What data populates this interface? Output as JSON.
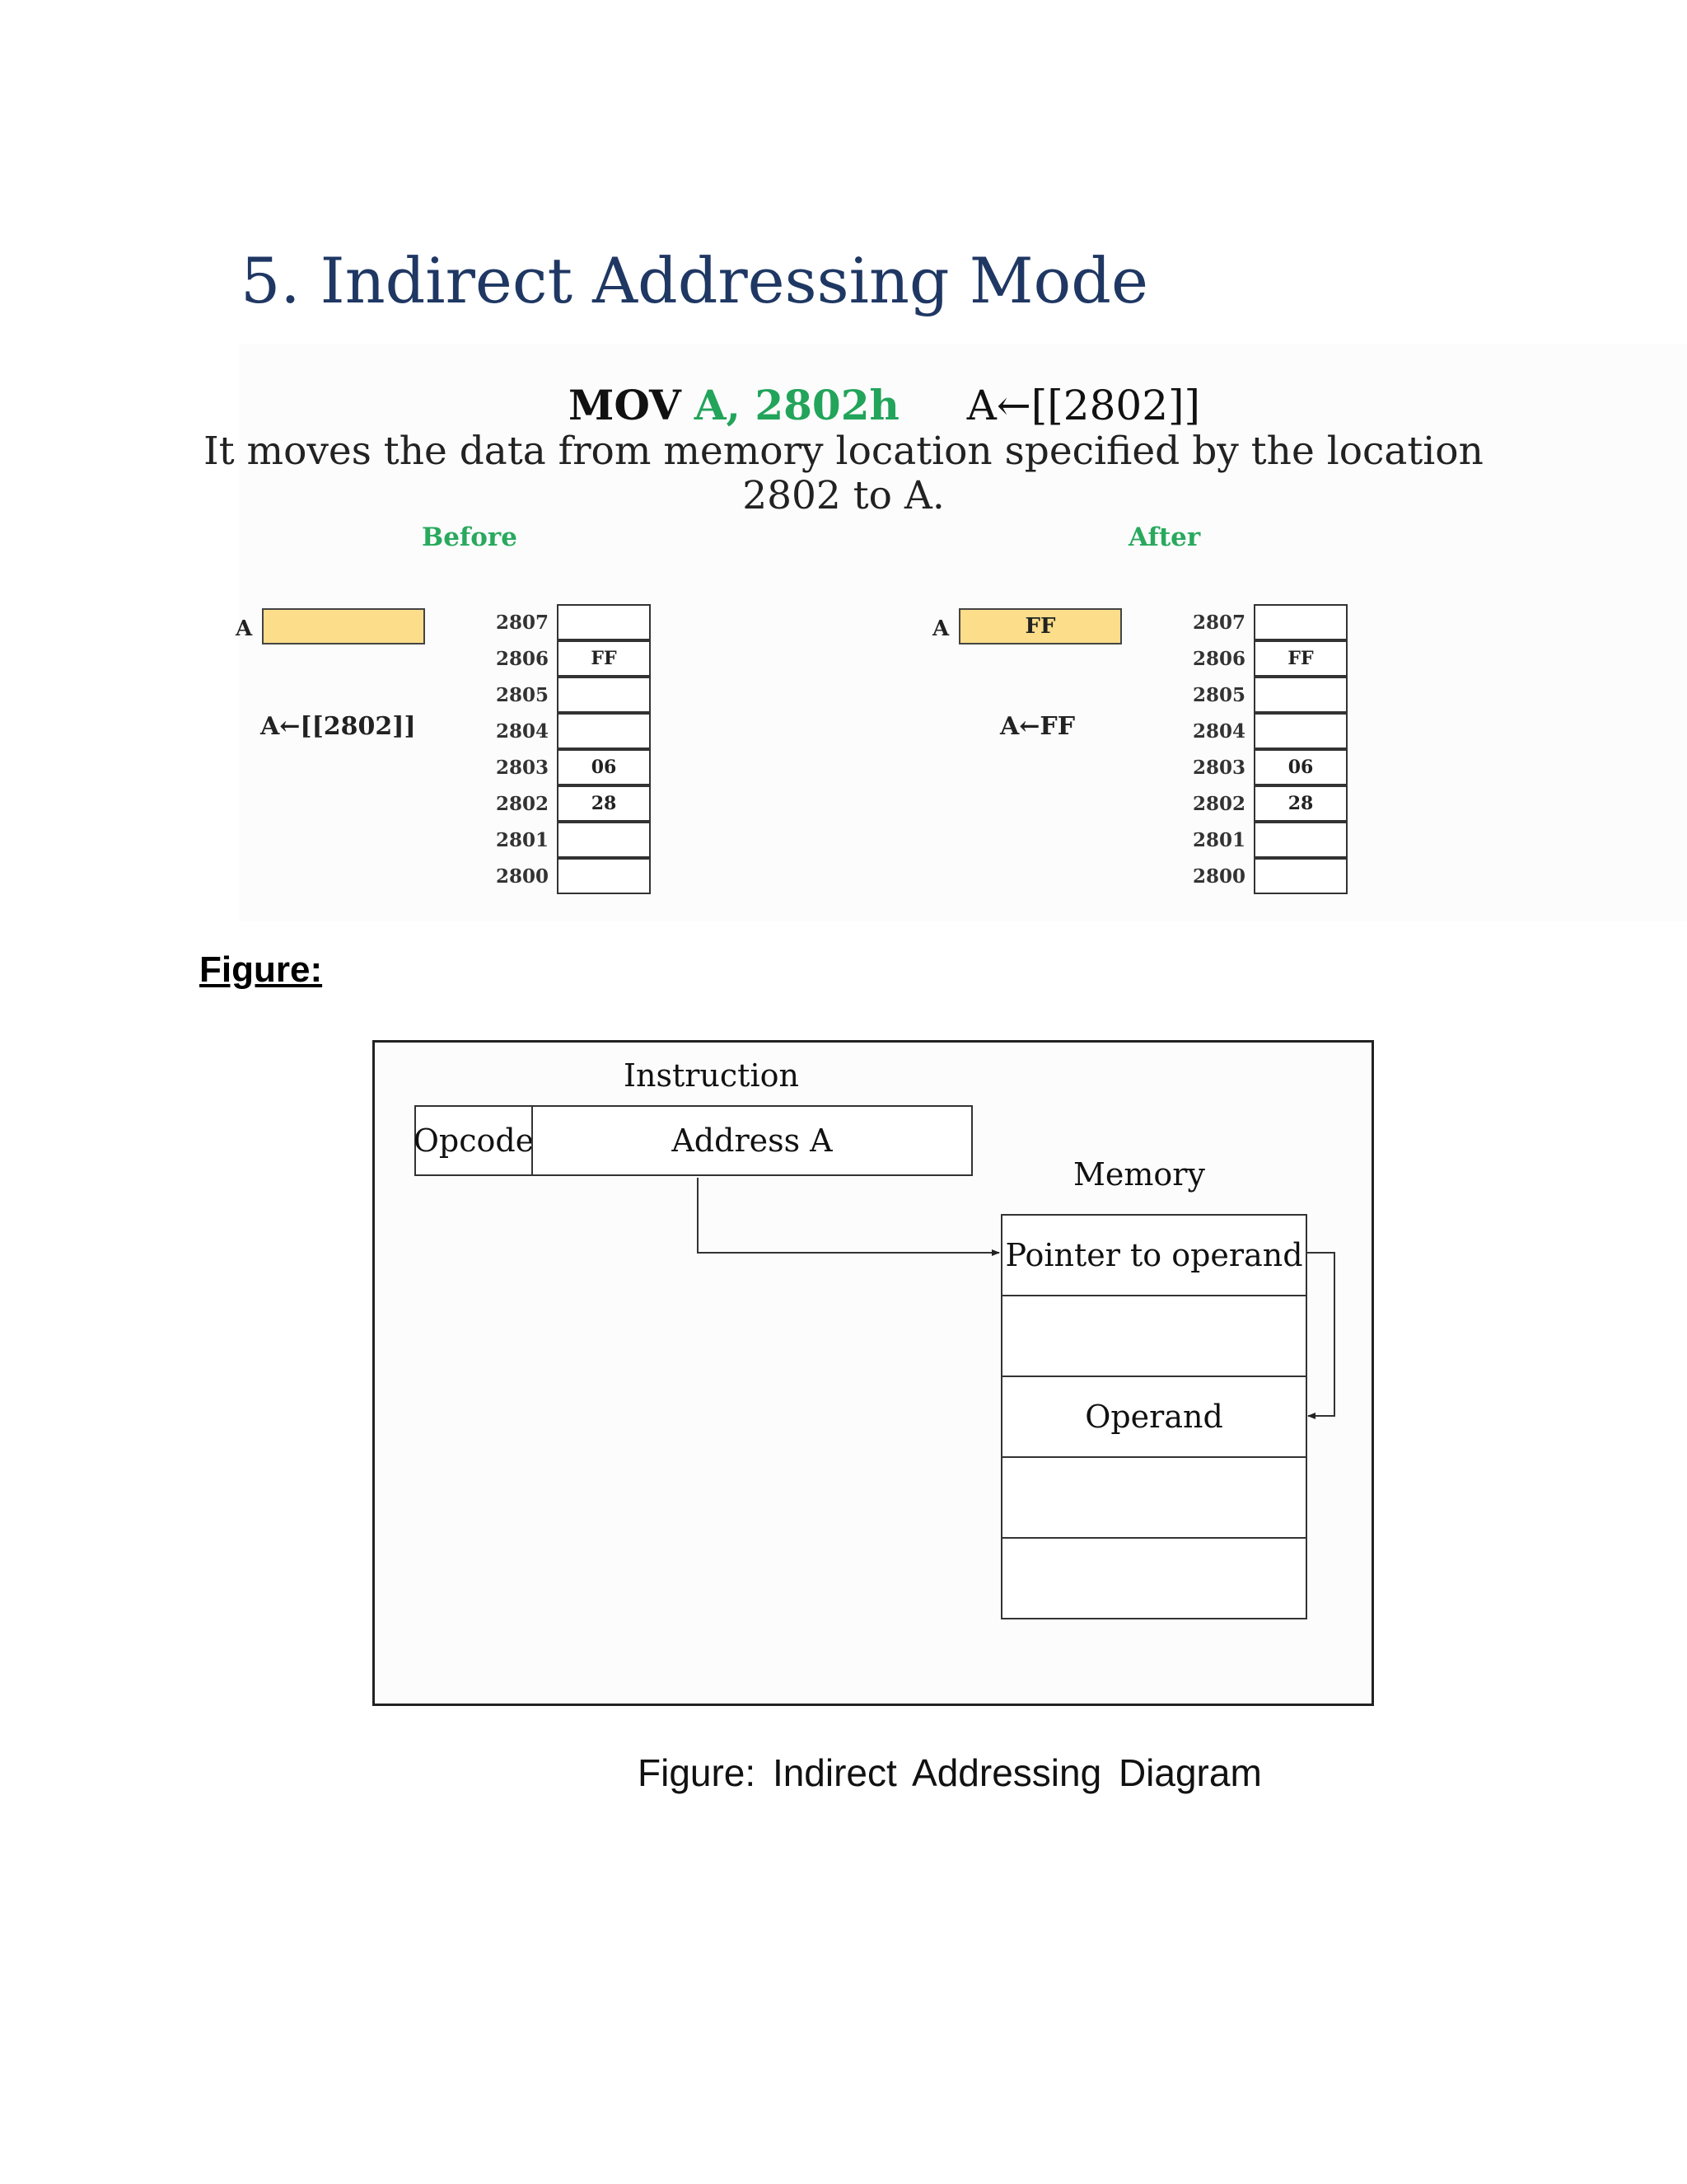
{
  "title": "5. Indirect Addressing Mode",
  "instruction": {
    "mnemonic": "MOV",
    "operands": "A, 2802h",
    "rtl": "A←[[2802]]",
    "description_line1": "It moves the data from memory location specified by the location",
    "description_line2": "2802 to A."
  },
  "before": {
    "label": "Before",
    "register_name": "A",
    "register_value": "",
    "operation": "A←[[2802]]",
    "memory": [
      {
        "address": "2807",
        "value": ""
      },
      {
        "address": "2806",
        "value": "FF"
      },
      {
        "address": "2805",
        "value": ""
      },
      {
        "address": "2804",
        "value": ""
      },
      {
        "address": "2803",
        "value": "06"
      },
      {
        "address": "2802",
        "value": "28"
      },
      {
        "address": "2801",
        "value": ""
      },
      {
        "address": "2800",
        "value": ""
      }
    ]
  },
  "after": {
    "label": "After",
    "register_name": "A",
    "register_value": "FF",
    "operation": "A←FF",
    "memory": [
      {
        "address": "2807",
        "value": ""
      },
      {
        "address": "2806",
        "value": "FF"
      },
      {
        "address": "2805",
        "value": ""
      },
      {
        "address": "2804",
        "value": ""
      },
      {
        "address": "2803",
        "value": "06"
      },
      {
        "address": "2802",
        "value": "28"
      },
      {
        "address": "2801",
        "value": ""
      },
      {
        "address": "2800",
        "value": ""
      }
    ]
  },
  "figure_heading": "Figure:",
  "diagram": {
    "instruction_label": "Instruction",
    "opcode_label": "Opcode",
    "address_label": "Address A",
    "memory_label": "Memory",
    "memory_cells": [
      "Pointer to operand",
      "",
      "Operand",
      "",
      ""
    ]
  },
  "caption": "Figure: Indirect Addressing Diagram"
}
